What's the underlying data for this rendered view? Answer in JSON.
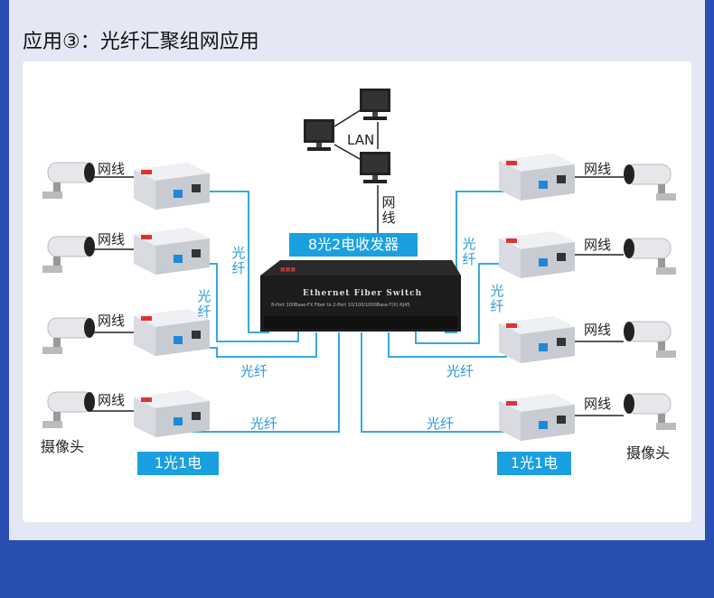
{
  "title": "应用③：光纤汇聚组网应用",
  "diagram": {
    "lan_label": "LAN",
    "cable_label": "网线",
    "fiber_label": "光纤",
    "camera_label": "摄像头",
    "hub_tag": "8光2电收发器",
    "converter_tag": "1光1电",
    "switch_name": "Ethernet Fiber Switch",
    "switch_subtitle": "8-Port 100Base-FX Fiber to 2-Port 10/100/1000Base-T(X) RJ45",
    "fiber_color": "#3aa8e0",
    "tag_color": "#1aa0e0"
  }
}
